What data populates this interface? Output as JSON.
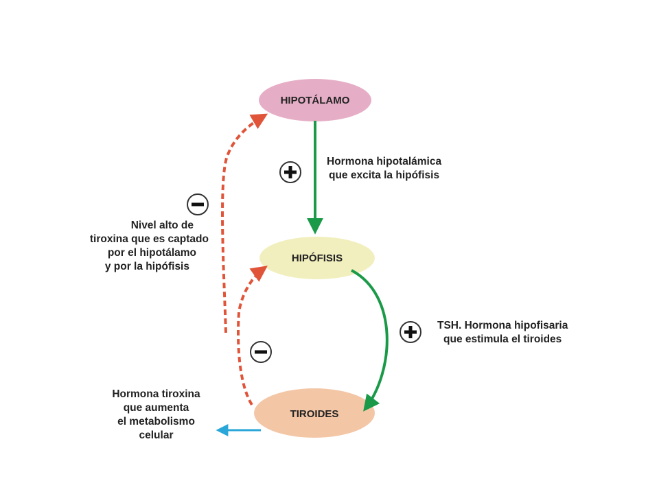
{
  "nodes": {
    "hipotalamo": {
      "label": "HIPOTÁLAMO",
      "color": "#e6aec6"
    },
    "hipofisis": {
      "label": "HIPÓFISIS",
      "color": "#f2efbe"
    },
    "tiroides": {
      "label": "TIROIDES",
      "color": "#f3c6a6"
    }
  },
  "captions": {
    "hormona_hipotalamica": [
      "Hormona hipotalámica",
      "que excita la hipófisis"
    ],
    "tsh": [
      "TSH. Hormona hipofisaria",
      "que estimula el tiroides"
    ],
    "nivel_alto": [
      "Nivel alto de",
      "tiroxina que es captado",
      "por el hipotálamo",
      "y por la hipófisis"
    ],
    "tiroxina": [
      "Hormona tiroxina",
      "que aumenta",
      "el metabolismo",
      "celular"
    ]
  },
  "signs": {
    "plus": "+",
    "minus": "−"
  },
  "colors": {
    "stimulation_arrow": "#1a9a48",
    "inhibition_arrow": "#e0553a",
    "output_arrow": "#2aa7d8"
  }
}
